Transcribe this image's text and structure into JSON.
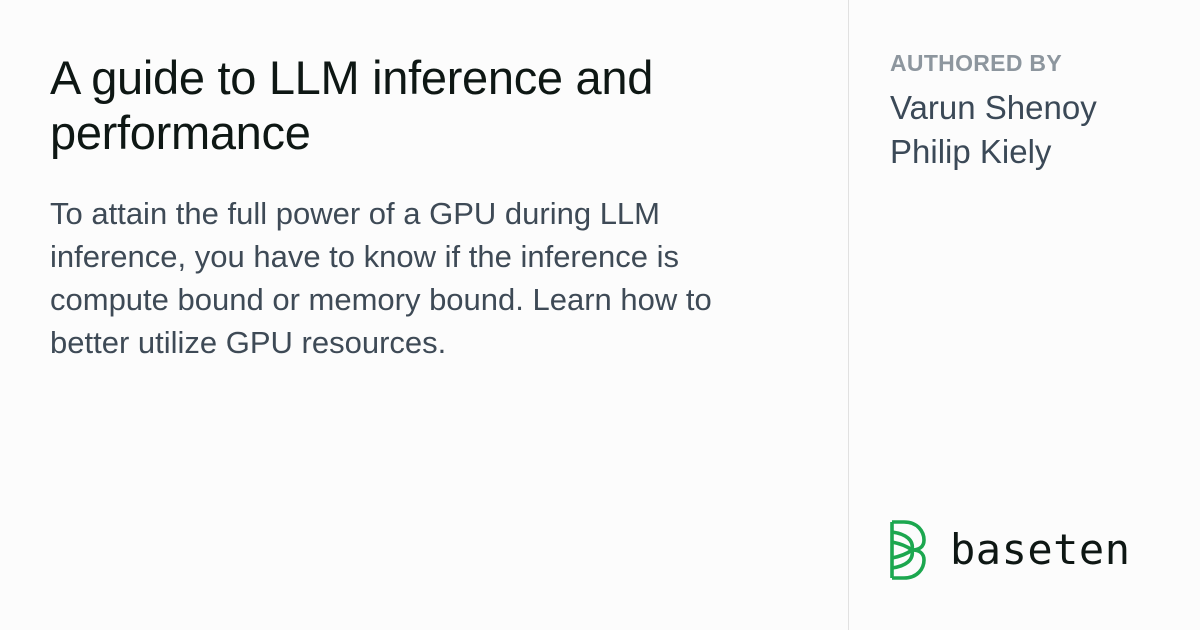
{
  "article": {
    "title_line_1": "A guide to LLM inference and",
    "title_line_2": "performance",
    "description": "To attain the full power of a GPU during LLM inference, you have to know if the inference is compute bound or memory bound. Learn how to better utilize GPU resources."
  },
  "authors": {
    "label": "AUTHORED BY",
    "names": [
      "Varun Shenoy",
      "Philip Kiely"
    ]
  },
  "brand": {
    "name": "baseten",
    "icon": "baseten-logo-icon",
    "accent_color": "#1ca74f"
  }
}
